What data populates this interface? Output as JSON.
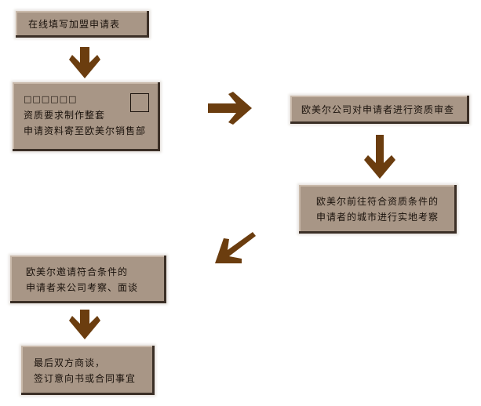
{
  "colors": {
    "box": "#a89686",
    "arrow": "#6b3d0f"
  },
  "steps": [
    {
      "lines": [
        "在线填写加盟申请表"
      ]
    },
    {
      "header": "□□□□□□",
      "lines": [
        "资质要求制作整套",
        "申请资料寄至欧美尔销售部"
      ]
    },
    {
      "lines": [
        "欧美尔公司对申请者进行资质审查"
      ]
    },
    {
      "lines": [
        "欧美尔前往符合资质条件的",
        "申请者的城市进行实地考察"
      ]
    },
    {
      "lines": [
        "欧美尔邀请符合条件的",
        "申请者来公司考察、面谈"
      ]
    },
    {
      "lines": [
        "最后双方商谈，",
        "签订意向书或合同事宜"
      ]
    }
  ]
}
